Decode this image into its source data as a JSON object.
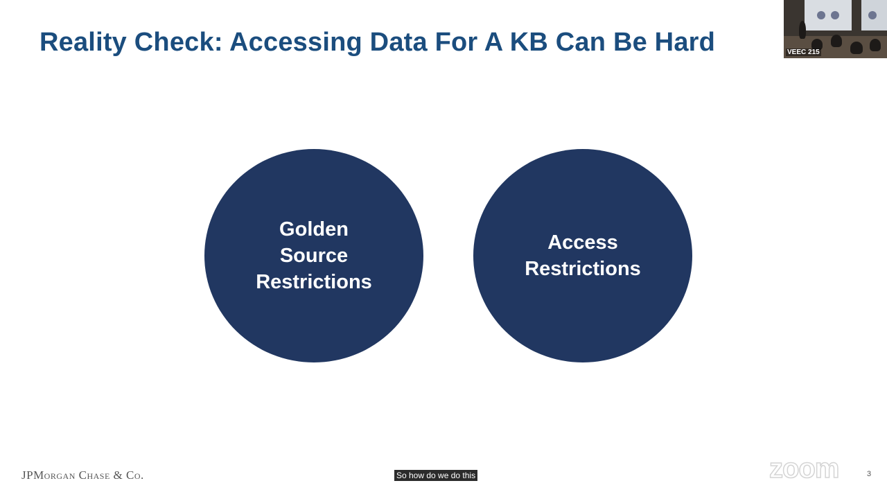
{
  "slide": {
    "title": "Reality Check: Accessing Data For A KB Can Be Hard",
    "circles": [
      {
        "lines": [
          "Golden",
          "Source",
          "Restrictions"
        ]
      },
      {
        "lines": [
          "Access",
          "Restrictions"
        ]
      }
    ],
    "logo_text": "JPMorgan Chase & Co.",
    "page_number": "3"
  },
  "video": {
    "room_label": "VEEC 215"
  },
  "caption": {
    "text": "So how do we do this"
  },
  "branding": {
    "watermark": "zoom"
  },
  "colors": {
    "title": "#1b4d7e",
    "circle": "#213761",
    "background": "#ffffff"
  }
}
